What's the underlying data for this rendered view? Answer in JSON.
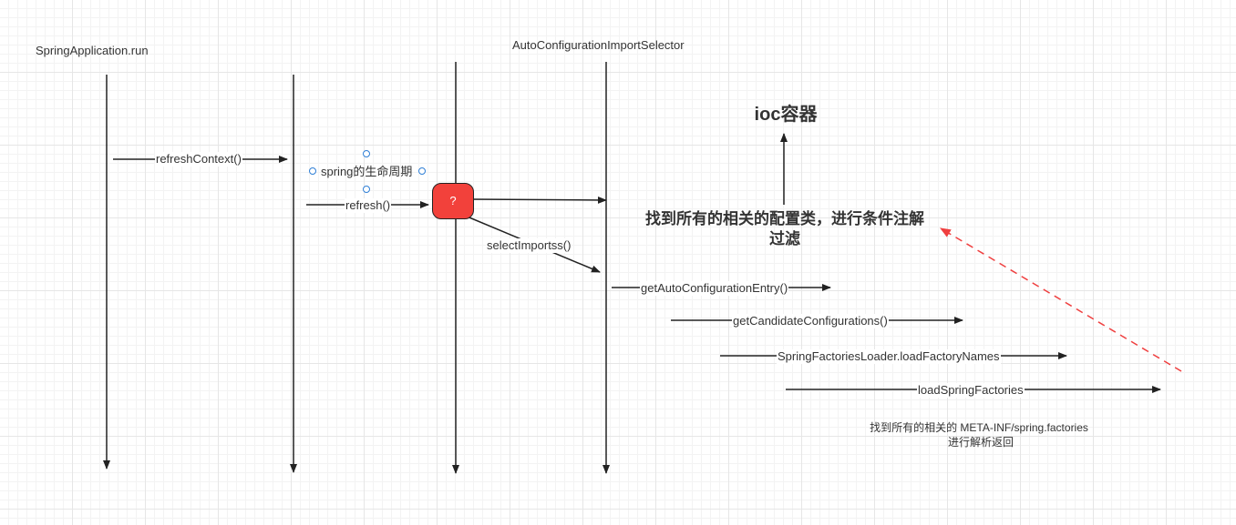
{
  "lifelines": {
    "spring_application_run": "SpringApplication.run",
    "auto_configuration_import_selector": "AutoConfigurationImportSelector"
  },
  "messages": {
    "refresh_context": "refreshContext()",
    "spring_lifecycle": "spring的生命周期",
    "refresh": "refresh()",
    "select_imports": "selectImportss()",
    "get_auto_configuration_entry": "getAutoConfigurationEntry()",
    "get_candidate_configurations": "getCandidateConfigurations()",
    "spring_factories_loader": "SpringFactoriesLoader.loadFactoryNames",
    "load_spring_factories": "loadSpringFactories"
  },
  "nodes": {
    "question_mark": "?",
    "ioc_container": "ioc容器",
    "find_configs_line1": "找到所有的相关的配置类，进行条件注解",
    "find_configs_line2": "过滤",
    "meta_inf_line1": "找到所有的相关的 META-INF/spring.factories",
    "meta_inf_line2": "进行解析返回"
  },
  "colors": {
    "line": "#222222",
    "node_fill": "#f2413b",
    "dashed_arrow": "#ef3f3f",
    "selection_handle": "#2f7fd6"
  }
}
